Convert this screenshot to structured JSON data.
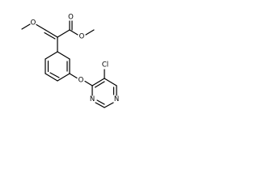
{
  "molecule": {
    "atom_labels": {
      "o_methoxy": "O",
      "o_carbonyl": "O",
      "o_ester": "O",
      "o_ether": "O",
      "n_upper": "N",
      "n_lower": "N",
      "cl": "Cl"
    },
    "colors": {
      "bond": "#000000",
      "label": "#000000",
      "background": "#ffffff"
    }
  }
}
